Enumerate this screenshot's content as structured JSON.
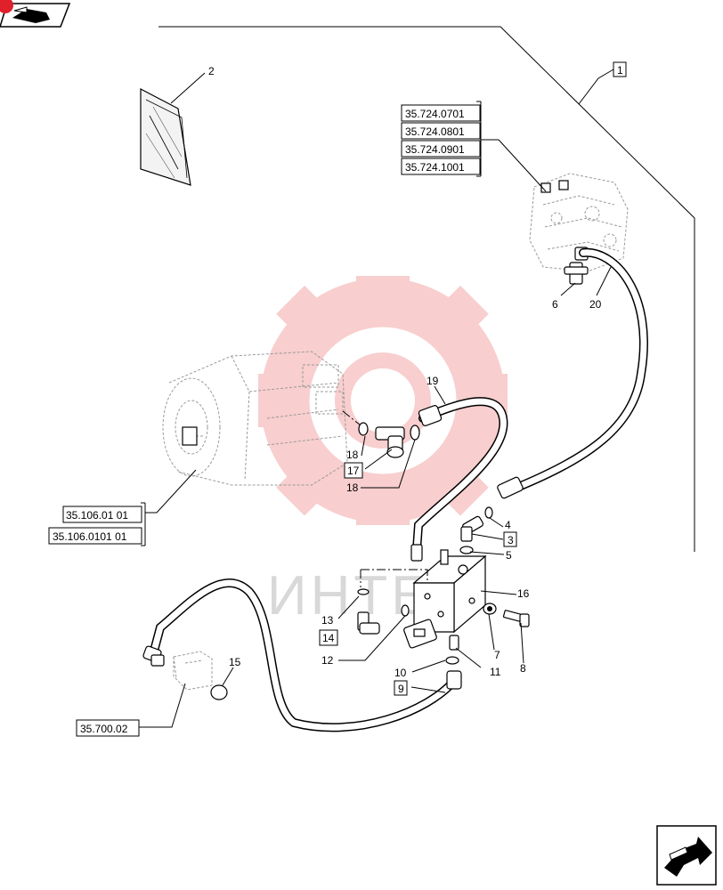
{
  "watermark": {
    "text": "ИНТЕХ"
  },
  "colors": {
    "watermark_gear": "#f7c6c6",
    "watermark_text": "#d8d8d8",
    "badge": "#e0202a"
  },
  "icons": {
    "top_nav": "back-arrow-icon",
    "bottom_nav": "forward-arrow-icon",
    "watermark": "gear-logo-icon"
  },
  "references": {
    "valve_refs": [
      "35.724.0701",
      "35.724.0801",
      "35.724.0901",
      "35.724.1001"
    ],
    "pump_refs": [
      "35.106.01 01",
      "35.106.0101 01"
    ],
    "bottom_ref": "35.700.02"
  },
  "callouts": {
    "c1": "1",
    "c2": "2",
    "c3": "3",
    "c4": "4",
    "c5": "5",
    "c6": "6",
    "c7": "7",
    "c8": "8",
    "c9": "9",
    "c10": "10",
    "c11": "11",
    "c12": "12",
    "c13": "13",
    "c14": "14",
    "c15": "15",
    "c16": "16",
    "c17": "17",
    "c18a": "18",
    "c18b": "18",
    "c19": "19",
    "c20": "20"
  }
}
